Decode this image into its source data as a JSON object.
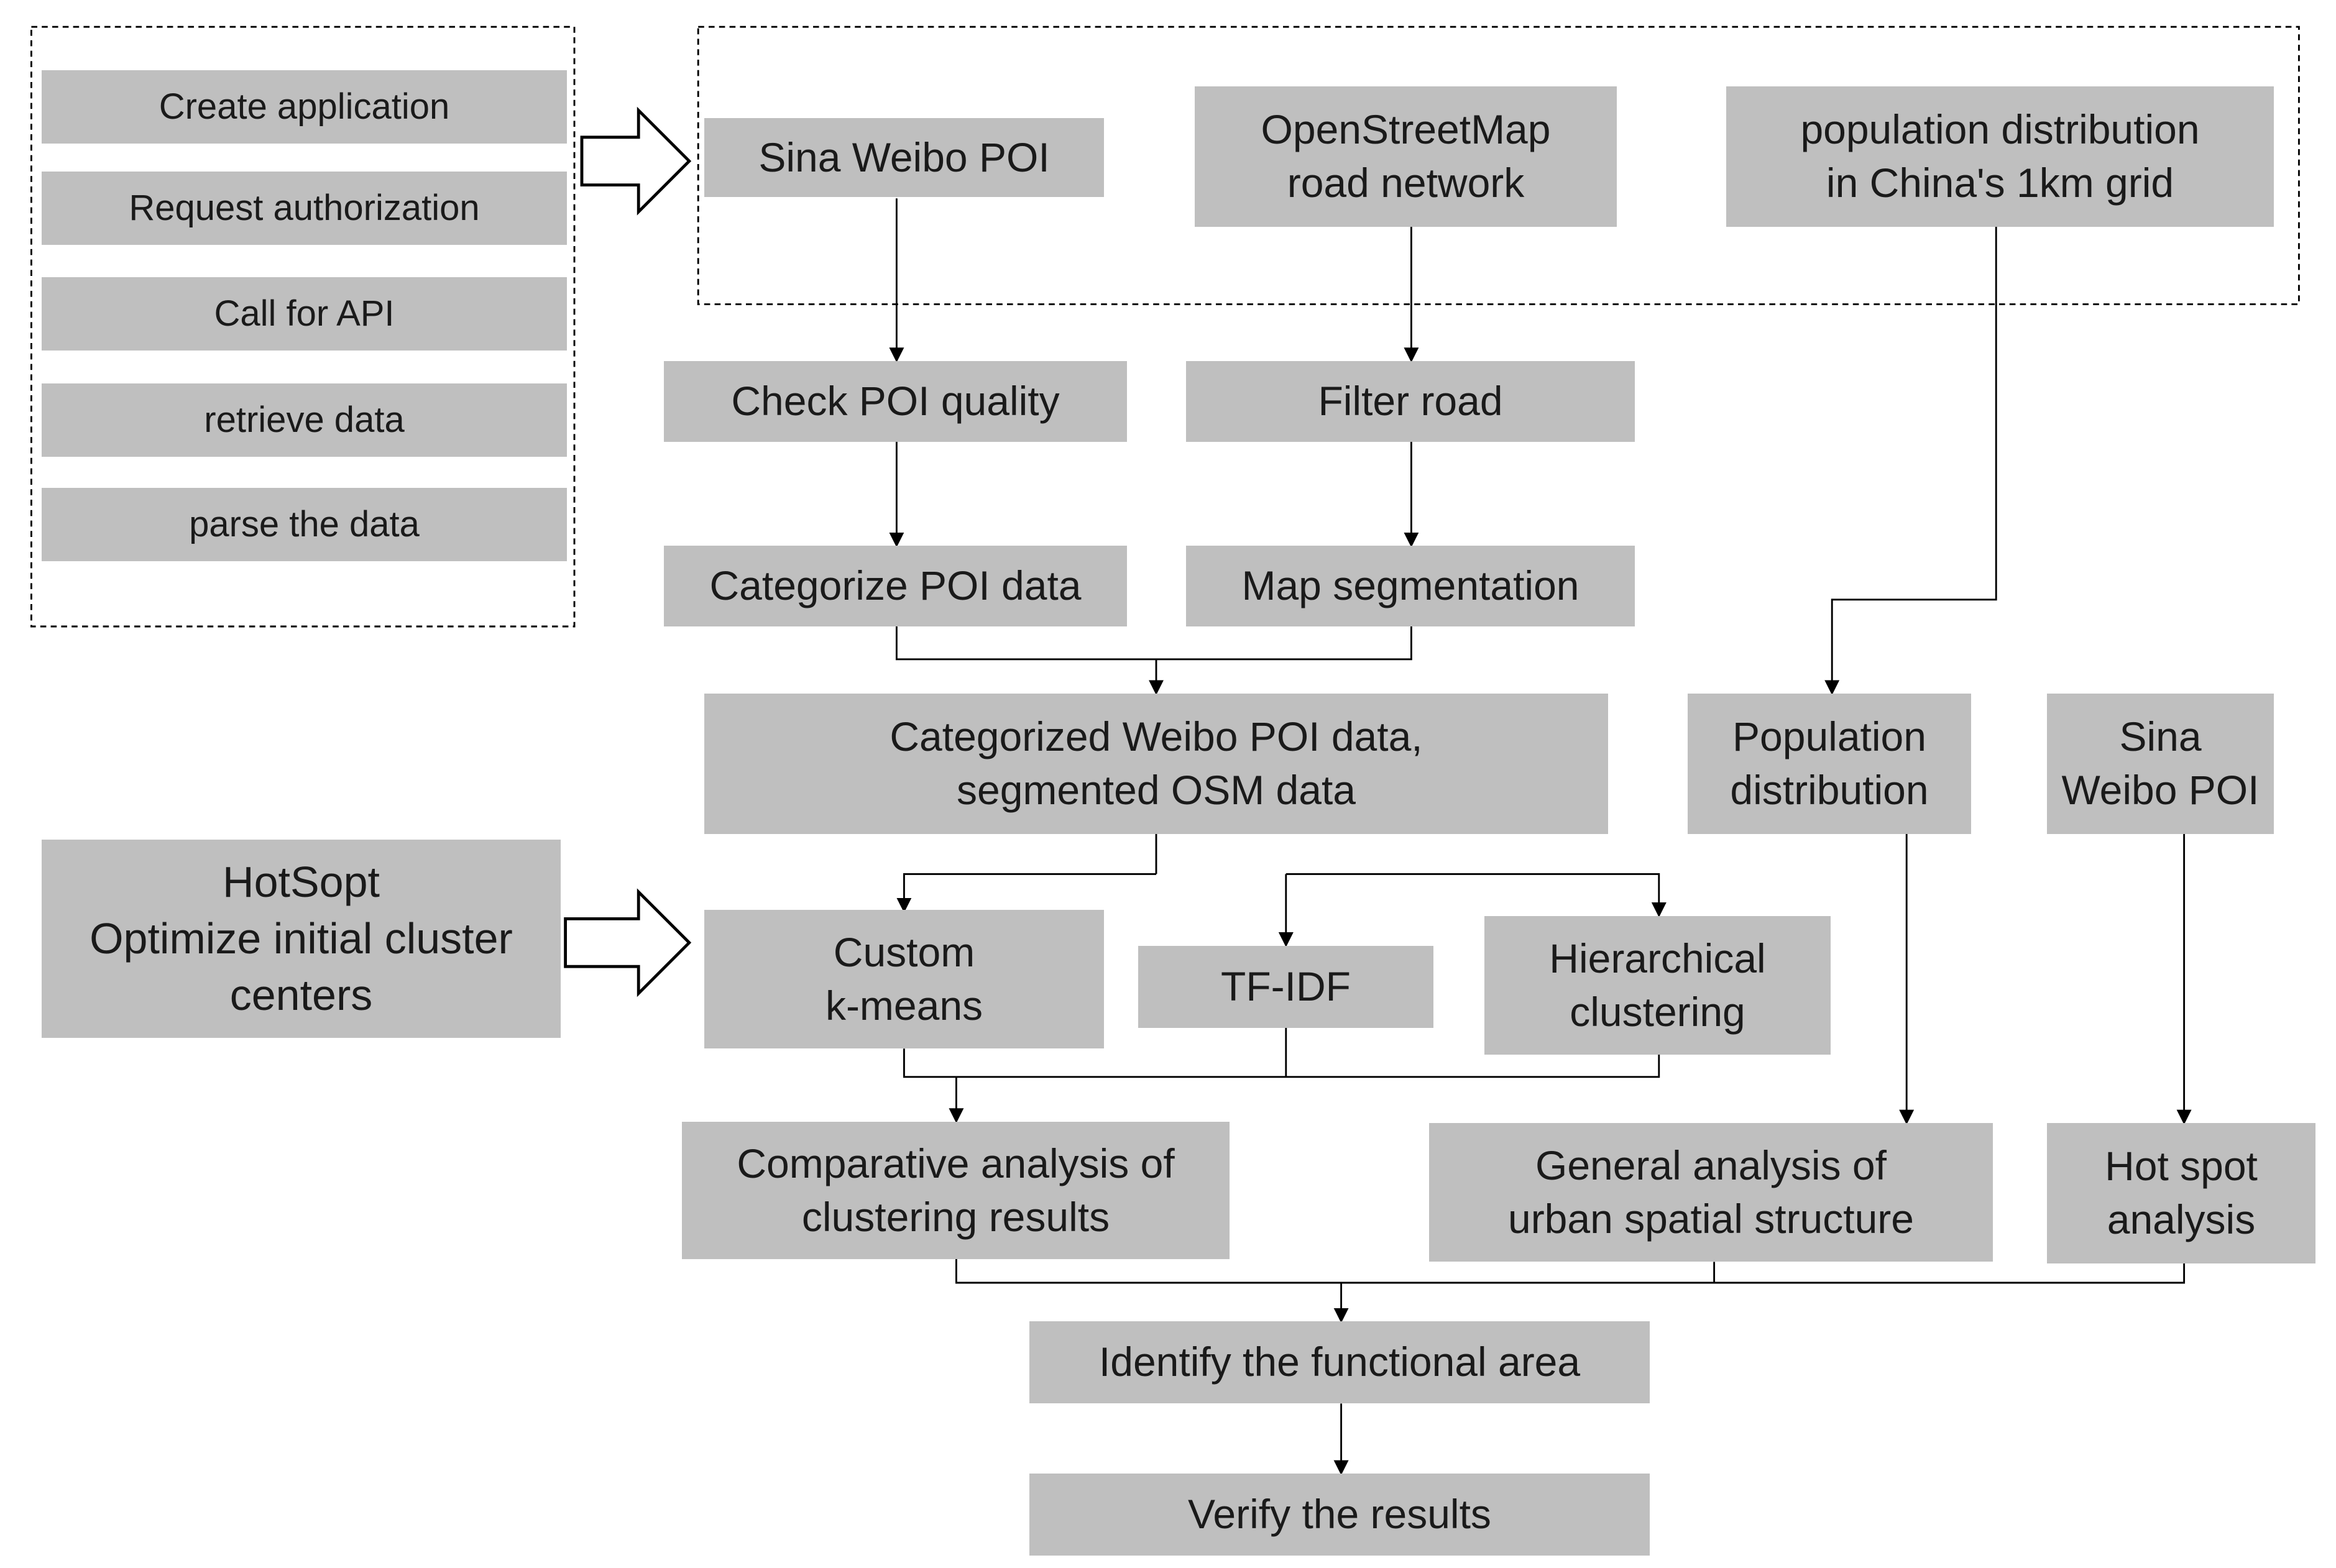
{
  "steps": {
    "create_application": "Create application",
    "request_authorization": "Request authorization",
    "call_api": "Call for API",
    "retrieve_data": "retrieve data",
    "parse_data": "parse the data"
  },
  "sources": {
    "weibo_poi": "Sina Weibo POI",
    "osm_line1": "OpenStreetMap",
    "osm_line2": "road network",
    "pop_line1": "population distribution",
    "pop_line2": "in China's 1km grid"
  },
  "processing": {
    "check_poi": "Check POI quality",
    "filter_road": "Filter road",
    "categorize_poi": "Categorize POI data",
    "map_segmentation": "Map segmentation",
    "categorized_line1": "Categorized Weibo POI data,",
    "categorized_line2": "segmented OSM data",
    "population_line1": "Population",
    "population_line2": "distribution",
    "weibo2_line1": "Sina",
    "weibo2_line2": "Weibo POI"
  },
  "hotspot_opt": {
    "line1": "HotSopt",
    "line2": "Optimize initial cluster",
    "line3": "centers"
  },
  "methods": {
    "kmeans_line1": "Custom",
    "kmeans_line2": "k-means",
    "tfidf": "TF-IDF",
    "hier_line1": "Hierarchical",
    "hier_line2": "clustering"
  },
  "analysis": {
    "comparative_line1": "Comparative analysis of",
    "comparative_line2": "clustering results",
    "general_line1": "General analysis of",
    "general_line2": "urban spatial structure",
    "hotspot_line1": "Hot spot",
    "hotspot_line2": "analysis"
  },
  "final": {
    "identify": "Identify the functional area",
    "verify": "Verify the results"
  }
}
